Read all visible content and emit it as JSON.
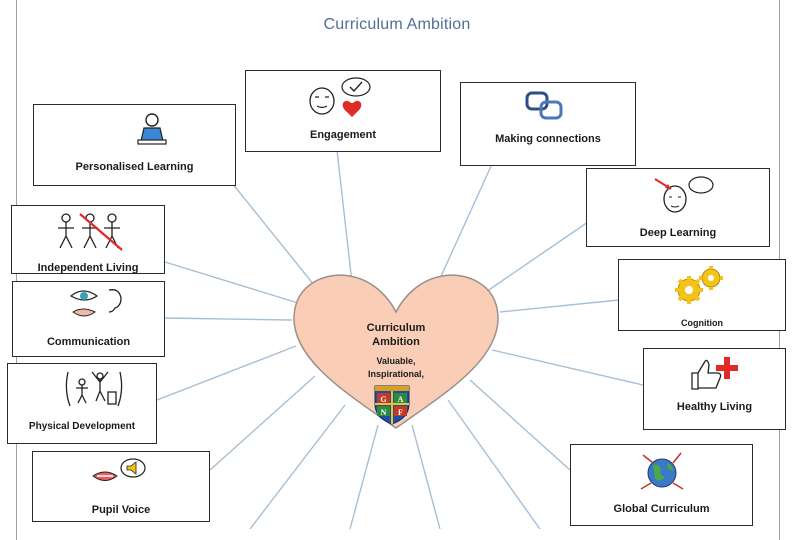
{
  "title": "Curriculum Ambition",
  "center": {
    "title_line1": "Curriculum",
    "title_line2": "Ambition",
    "subtitle_line1": "Valuable,",
    "subtitle_line2": "Inspirational,",
    "shield_letters": [
      "G",
      "A",
      "N",
      "F"
    ]
  },
  "nodes": [
    {
      "id": "personalised-learning",
      "label": "Personalised Learning",
      "icon": "person-at-desk-icon"
    },
    {
      "id": "engagement",
      "label": "Engagement",
      "icon": "face-with-heart-icon"
    },
    {
      "id": "making-connections",
      "label": "Making connections",
      "icon": "chain-link-icon"
    },
    {
      "id": "deep-learning",
      "label": "Deep Learning",
      "icon": "thinking-head-icon"
    },
    {
      "id": "independent-living",
      "label": "Independent Living",
      "icon": "people-crossed-icon"
    },
    {
      "id": "cognition",
      "label": "Cognition",
      "icon": "gears-icon"
    },
    {
      "id": "communication",
      "label": "Communication",
      "icon": "eye-ear-mouth-icon"
    },
    {
      "id": "healthy-living",
      "label": "Healthy Living",
      "icon": "thumbs-up-cross-icon"
    },
    {
      "id": "physical-development",
      "label": "Physical Development",
      "icon": "exercise-figures-icon"
    },
    {
      "id": "global-curriculum",
      "label": "Global Curriculum",
      "icon": "globe-arrows-icon"
    },
    {
      "id": "pupil-voice",
      "label": "Pupil Voice",
      "icon": "mouth-speaker-icon"
    }
  ],
  "colors": {
    "heart_fill": "#f9cdb6",
    "heart_stroke": "#9b8f8a",
    "spoke": "#a6bfd6",
    "title": "#4f6f96"
  }
}
